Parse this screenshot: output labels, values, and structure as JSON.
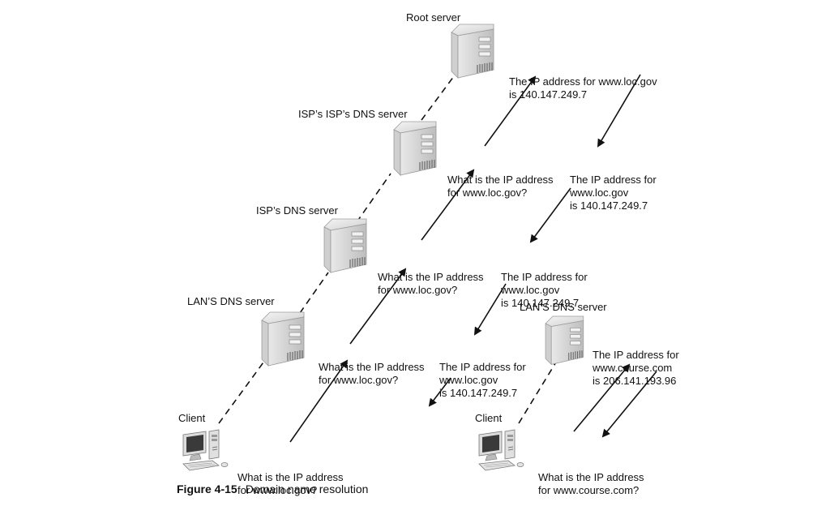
{
  "diagram": {
    "servers": {
      "root": "Root server",
      "isp_isp": "ISP’s ISP’s DNS server",
      "isp": "ISP’s DNS server",
      "lan_left": "LAN’S DNS server",
      "lan_right": "LAN’S DNS server"
    },
    "clients": {
      "left": "Client",
      "right": "Client"
    },
    "queries": {
      "client_to_lan": [
        "What is the IP address",
        "for www.loc.gov?"
      ],
      "lan_to_isp": [
        "What is the IP address",
        "for www.loc.gov?"
      ],
      "isp_to_ispisp": [
        "What is the IP address",
        "for www.loc.gov?"
      ],
      "ispisp_to_root": [
        "What is the IP address",
        "for www.loc.gov?"
      ],
      "right_client_query": [
        "What is the IP address",
        "for www.course.com?"
      ]
    },
    "responses": {
      "root": [
        "The IP address for www.loc.gov",
        "is 140.147.249.7"
      ],
      "ispisp": [
        "The IP address for",
        "www.loc.gov",
        "is 140.147.249.7"
      ],
      "isp": [
        "The IP address for",
        "www.loc.gov",
        "is 140.147.249.7"
      ],
      "lan": [
        "The IP address for",
        "www.loc.gov",
        "is 140.147.249.7"
      ],
      "right_lan": [
        "The IP address for",
        "www.course.com",
        "is 206.141.193.96"
      ]
    }
  },
  "caption": {
    "label": "Figure 4-15",
    "text": "Domain name resolution"
  }
}
